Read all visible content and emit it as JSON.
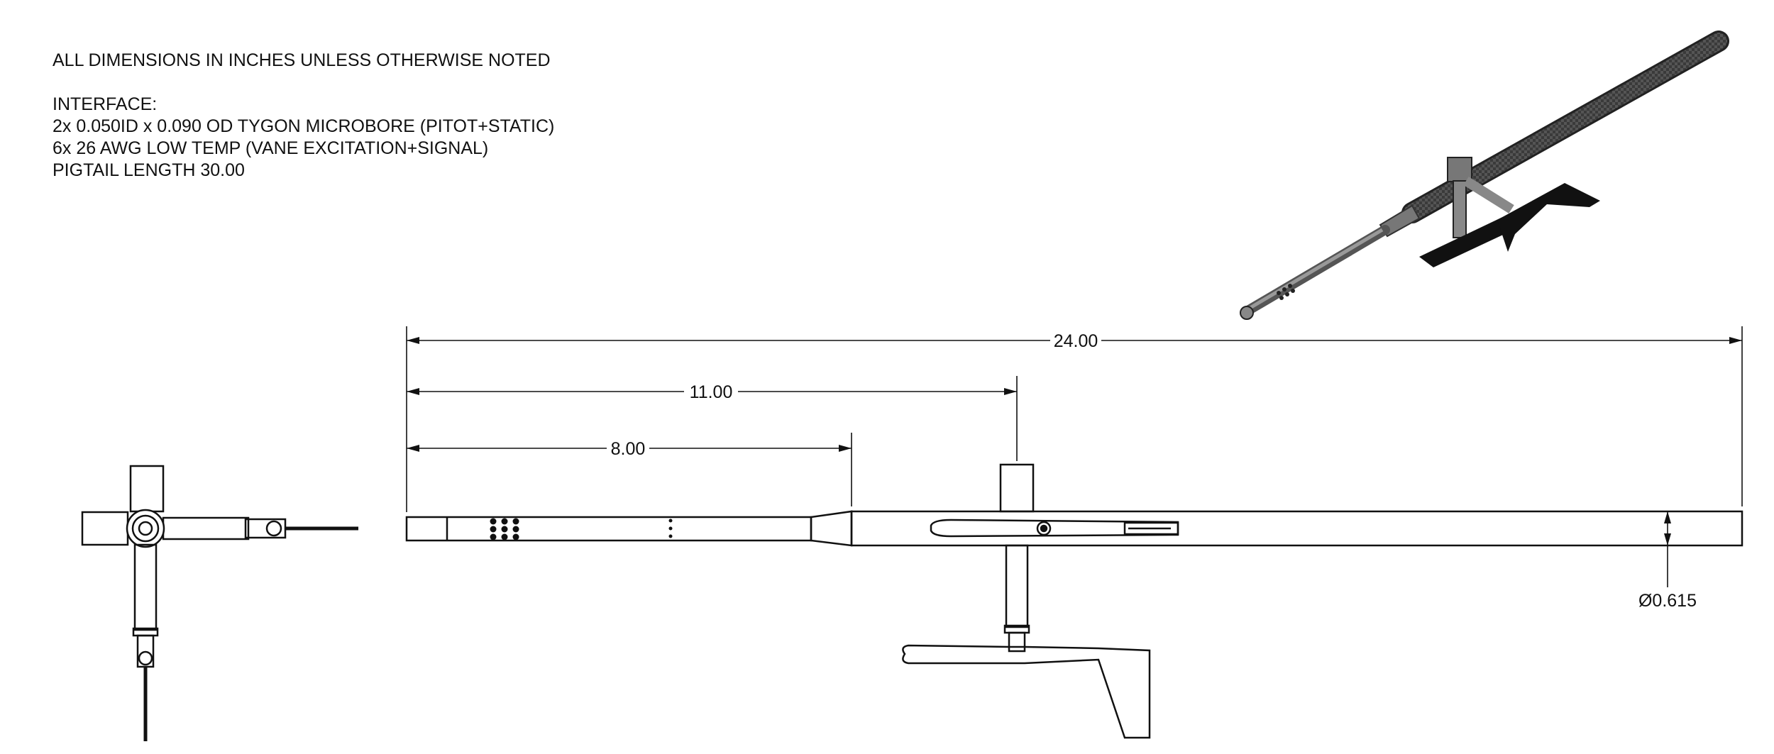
{
  "notes": {
    "general": "ALL DIMENSIONS IN INCHES UNLESS OTHERWISE NOTED",
    "interface_heading": "INTERFACE:",
    "line1": "2x 0.050ID x 0.090 OD TYGON MICROBORE (PITOT+STATIC)",
    "line2": "6x 26 AWG LOW TEMP (VANE EXCITATION+SIGNAL)",
    "line3": "PIGTAIL LENGTH 30.00"
  },
  "dimensions": {
    "overall_length": "24.00",
    "mount_position": "11.00",
    "tip_section_length": "8.00",
    "boom_diameter": "Ø0.615"
  }
}
